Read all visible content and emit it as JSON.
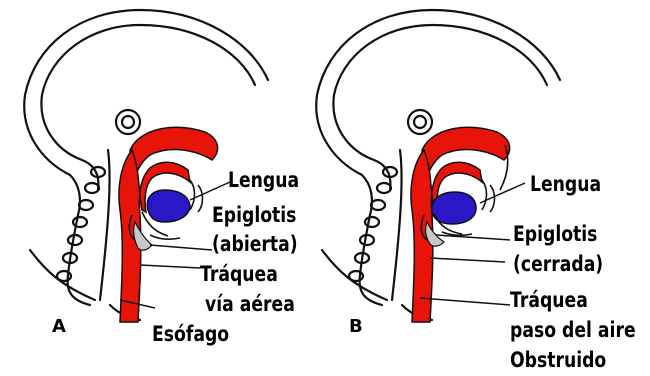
{
  "colors": {
    "tongue": "#2a17c8",
    "airway": "#e8140a",
    "line": "#111111",
    "fill_gray": "#c8c8c8"
  },
  "panels": [
    {
      "letter": "A",
      "labels": {
        "tongue": "Lengua",
        "epiglottis_1": "Epiglotis",
        "epiglottis_2": "(abierta)",
        "trachea_1": "Tráquea",
        "trachea_2": "vía aérea",
        "esophagus": "Esófago"
      }
    },
    {
      "letter": "B",
      "labels": {
        "tongue": "Lengua",
        "epiglottis_1": "Epiglotis",
        "epiglottis_2": "(cerrada)",
        "trachea_1": "Tráquea",
        "trachea_2": "paso del aire",
        "trachea_3": "Obstruido"
      }
    }
  ]
}
